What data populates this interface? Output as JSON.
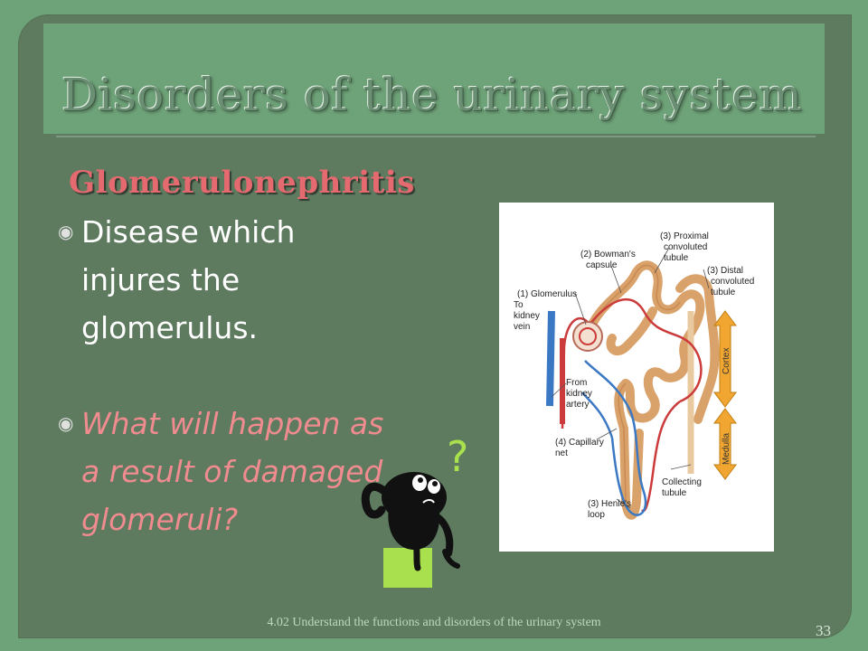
{
  "slide": {
    "title": "Disorders of the urinary system",
    "subtitle": "Glomerulonephritis",
    "bullets": [
      {
        "text": "Disease which injures the glomerulus."
      },
      {
        "text": "What will happen as a result of damaged glomeruli?"
      }
    ],
    "question_mark": "?",
    "footer": "4.02 Understand the functions and disorders of the urinary system",
    "page_number": "33"
  },
  "diagram": {
    "labels": {
      "proximal": [
        "(3) Proximal",
        "convoluted",
        "tubule"
      ],
      "bowman": [
        "(2) Bowman's",
        "capsule"
      ],
      "distal": [
        "(3) Distal",
        "convoluted",
        "tubule"
      ],
      "glomerulus": "(1) Glomerulus",
      "kidney_vein": [
        "To",
        "kidney",
        "vein"
      ],
      "kidney_artery": [
        "From",
        "kidney",
        "artery"
      ],
      "capillary": [
        "(4) Capillary",
        "net"
      ],
      "collecting": [
        "Collecting",
        "tubule"
      ],
      "henle": [
        "(3) Henle's",
        "loop"
      ],
      "cortex": "Cortex",
      "medulla": "Medulla"
    }
  },
  "colors": {
    "background": "#6ea278",
    "panel": "#5e7a5f",
    "subtitle": "#e56a70",
    "bullet_italic": "#f08b8f",
    "question_mark": "#a9e04d"
  },
  "icons": {
    "bullet": "circled-dot-bullet",
    "character": "thinking-figure-icon"
  }
}
